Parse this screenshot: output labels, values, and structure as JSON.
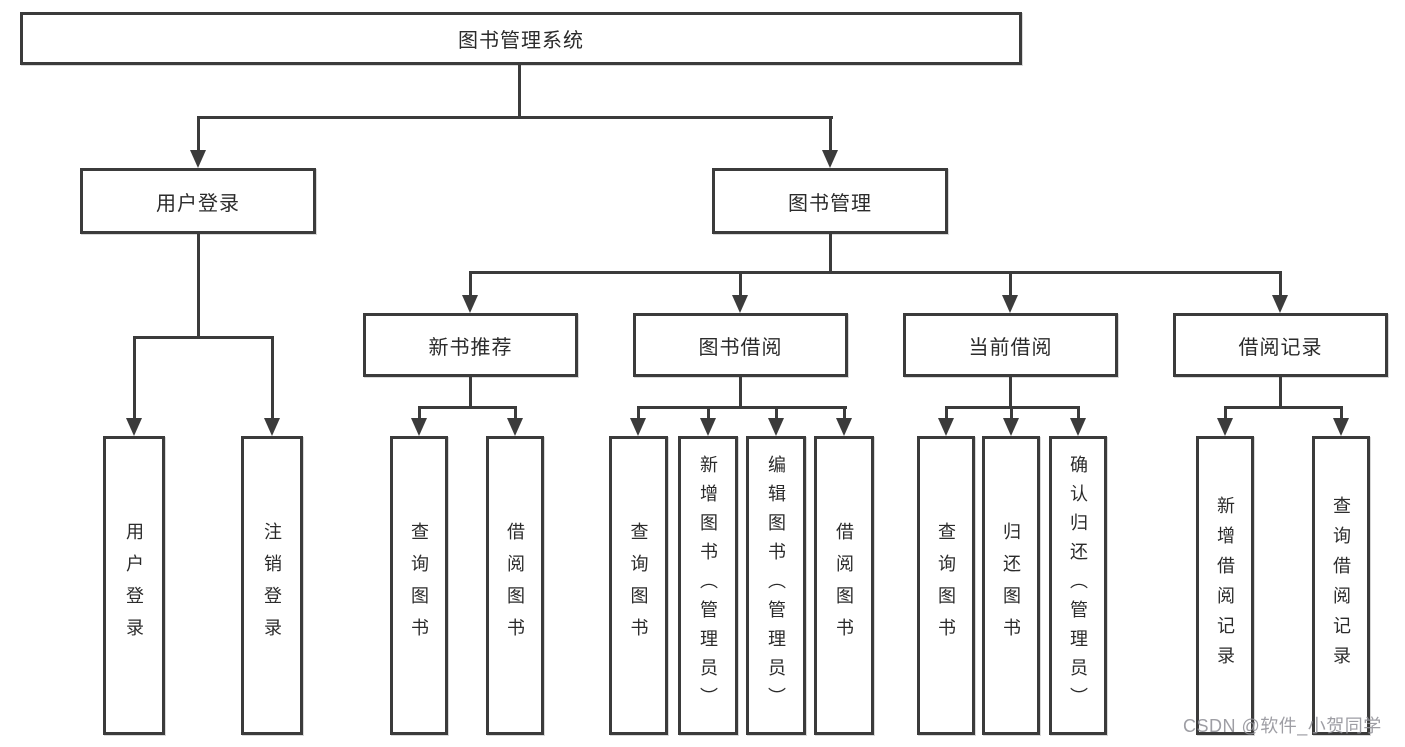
{
  "tree": {
    "root": {
      "label": "图书管理系统"
    },
    "branches": [
      {
        "label": "用户登录",
        "leaves": [
          "用户登录",
          "注销登录"
        ]
      },
      {
        "label": "图书管理",
        "children": [
          {
            "label": "新书推荐",
            "leaves": [
              "查询图书",
              "借阅图书"
            ]
          },
          {
            "label": "图书借阅",
            "leaves": [
              "查询图书",
              "新增图书（管理员）",
              "编辑图书（管理员）",
              "借阅图书"
            ]
          },
          {
            "label": "当前借阅",
            "leaves": [
              "查询图书",
              "归还图书",
              "确认归还（管理员）"
            ]
          },
          {
            "label": "借阅记录",
            "leaves": [
              "新增借阅记录",
              "查询借阅记录"
            ]
          }
        ]
      }
    ]
  },
  "watermark": "CSDN @软件_小贺同学",
  "colors": {
    "line": "#3b3b3b",
    "text": "#2b2b2b",
    "watermark": "#94949a",
    "background": "#ffffff"
  }
}
